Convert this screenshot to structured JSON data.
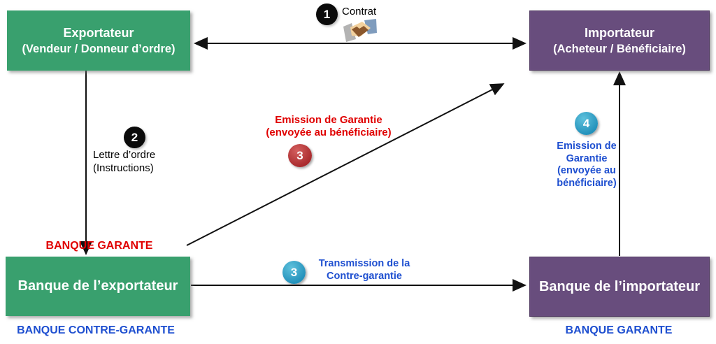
{
  "boxes": {
    "exporter": {
      "title": "Exportateur",
      "subtitle": "(Vendeur / Donneur d’ordre)"
    },
    "importer": {
      "title": "Importateur",
      "subtitle": "(Acheteur / Bénéficiaire)"
    },
    "exporter_bank": {
      "title": "Banque de l’exportateur"
    },
    "importer_bank": {
      "title": "Banque de l’importateur"
    }
  },
  "captions": {
    "above_exporter_bank": "BANQUE GARANTE",
    "below_exporter_bank": "BANQUE CONTRE-GARANTE",
    "below_importer_bank": "BANQUE GARANTE"
  },
  "steps": {
    "contract": {
      "number": "1",
      "label": "Contrat",
      "icon": "handshake-icon"
    },
    "order_letter": {
      "number": "2",
      "line1": "Lettre d’ordre",
      "line2": "(Instructions)"
    },
    "direct_guarantee": {
      "number": "3",
      "line1": "Emission de Garantie",
      "line2": "(envoyée au bénéficiaire)"
    },
    "counter_guarantee": {
      "number": "3",
      "line1": "Transmission de la",
      "line2": "Contre-garantie"
    },
    "final_guarantee": {
      "number": "4",
      "line1": "Emission de",
      "line2": "Garantie",
      "line3": "(envoyée au",
      "line4": "bénéficiaire)"
    }
  },
  "colors": {
    "green_box": "#39A06E",
    "purple_box": "#684D7D",
    "red_accent": "#E00000",
    "blue_accent": "#1E4FD0",
    "teal_badge": "#2E9FC4",
    "red_badge": "#B23234",
    "black_badge": "#0B0B0B",
    "arrow": "#111111"
  }
}
